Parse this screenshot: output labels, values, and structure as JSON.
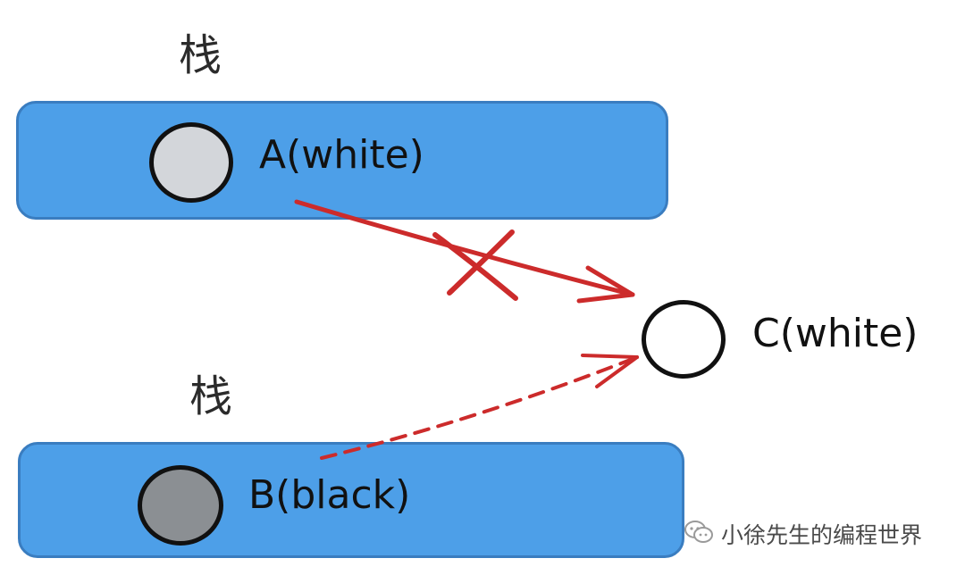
{
  "stacks": [
    {
      "title": "栈"
    },
    {
      "title": "栈"
    }
  ],
  "nodes": {
    "a": {
      "label": "A(white)"
    },
    "b": {
      "label": "B(black)"
    },
    "c": {
      "label": "C(white)"
    }
  },
  "edges": [
    {
      "from": "A",
      "to": "C",
      "style": "solid",
      "deleted": true,
      "color": "#cc2b2b"
    },
    {
      "from": "B",
      "to": "C",
      "style": "dashed",
      "deleted": false,
      "color": "#cc2b2b"
    }
  ],
  "colors": {
    "stack_fill": "#4d9fe8",
    "white_node": "#d3d6da",
    "black_node": "#8b8f93",
    "arrow": "#cc2b2b"
  },
  "watermark": {
    "icon": "wechat-icon",
    "text": "小徐先生的编程世界"
  }
}
